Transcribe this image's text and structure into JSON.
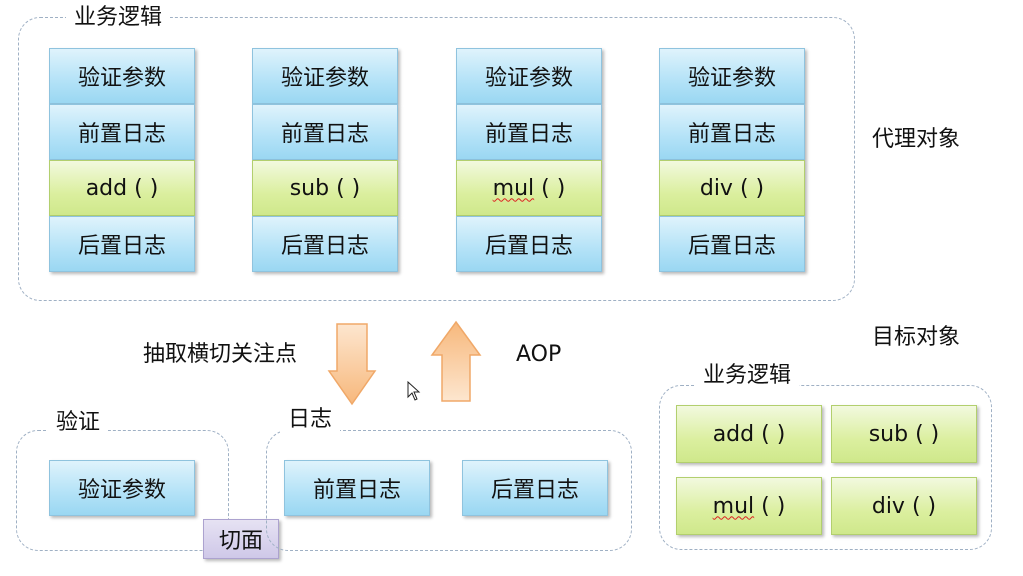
{
  "proxy": {
    "group_title": "业务逻辑",
    "side_label": "代理对象",
    "columns": [
      {
        "top": "验证参数",
        "log_before": "前置日志",
        "method": "add",
        "parens": "(  )",
        "log_after": "后置日志"
      },
      {
        "top": "验证参数",
        "log_before": "前置日志",
        "method": "sub",
        "parens": "(  )",
        "log_after": "后置日志"
      },
      {
        "top": "验证参数",
        "log_before": "前置日志",
        "method": "mul",
        "parens": "(  )",
        "log_after": "后置日志"
      },
      {
        "top": "验证参数",
        "log_before": "前置日志",
        "method": "div",
        "parens": "(  )",
        "log_after": "后置日志"
      }
    ]
  },
  "arrows": {
    "down_label": "抽取横切关注点",
    "up_label": "AOP",
    "colors": {
      "fill_light": "#fde6cf",
      "fill_dark": "#f7b87c",
      "stroke": "#f0a868"
    }
  },
  "validation": {
    "group_title": "验证",
    "box": "验证参数"
  },
  "aspect_tag": "切面",
  "logging": {
    "group_title": "日志",
    "before": "前置日志",
    "after": "后置日志"
  },
  "target": {
    "side_label": "目标对象",
    "group_title": "业务逻辑",
    "methods": [
      {
        "name": "add",
        "parens": "(  )"
      },
      {
        "name": "sub",
        "parens": "(  )"
      },
      {
        "name": "mul",
        "parens": "(  )"
      },
      {
        "name": "div",
        "parens": "(  )"
      }
    ]
  },
  "colors": {
    "blue_box": "#b3e2f7",
    "green_box": "#dbef9f",
    "purple_tag": "#cfc8e8",
    "dashed_border": "#9fb0c4"
  }
}
